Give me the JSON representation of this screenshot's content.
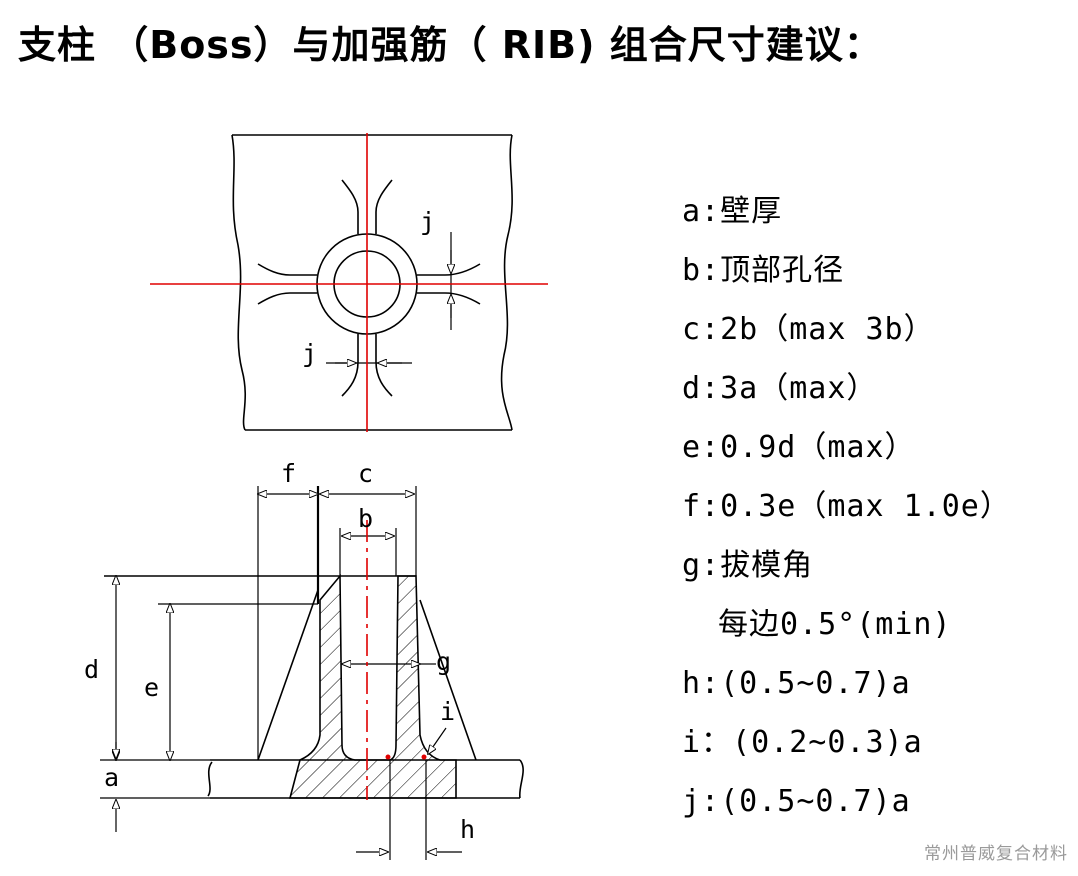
{
  "title": "支柱 （Boss）与加强筋（ RIB) 组合尺寸建议：",
  "diagram_labels": {
    "a": "a",
    "b": "b",
    "c": "c",
    "d": "d",
    "e": "e",
    "f": "f",
    "g": "g",
    "h": "h",
    "i": "i",
    "j": "j"
  },
  "legend": [
    "a:壁厚",
    "b:顶部孔径",
    "c:2b（max 3b）",
    "d:3a（max）",
    "e:0.9d（max）",
    "f:0.3e（max 1.0e）",
    "g:拔模角",
    "每边0.5°(min)",
    "h:(0.5~0.7)a",
    "i：(0.2~0.3)a",
    "j:(0.5~0.7)a"
  ],
  "watermark": "常州普威复合材料",
  "colors": {
    "centerline": "#e00000",
    "line": "#000000",
    "background": "#ffffff"
  }
}
